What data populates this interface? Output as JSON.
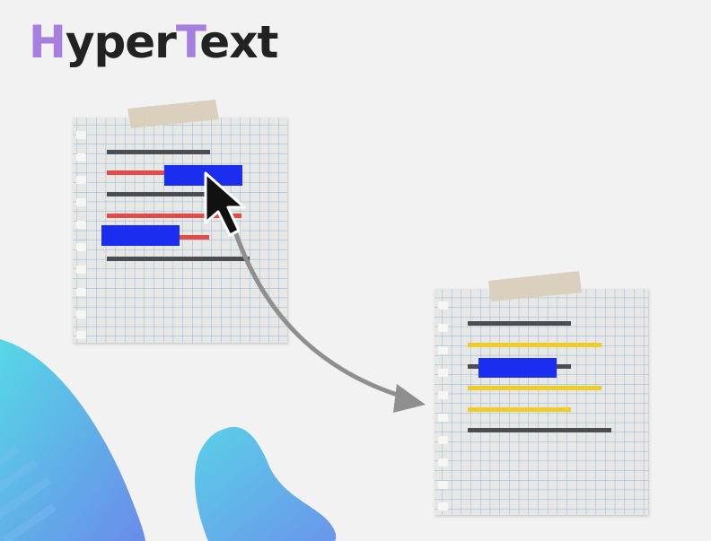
{
  "title": {
    "parts": [
      {
        "text": "H",
        "accent": true
      },
      {
        "text": "yper",
        "accent": false
      },
      {
        "text": "T",
        "accent": true
      },
      {
        "text": "ext",
        "accent": false
      }
    ]
  },
  "colors": {
    "background": "#f2f2f2",
    "title_text": "#222222",
    "title_accent": "#a57ee0",
    "gray_line": "#4a4e52",
    "red_line": "#e34b47",
    "yellow_line": "#efcc27",
    "link_block": "#1b2ef0",
    "arrow": "#8f8f8f",
    "paper": "#e7e8e6",
    "grid": "#89b3d6",
    "tape": "#d9cdb8",
    "blob_light": "#56d8e6",
    "blob_dark": "#6a8bea"
  },
  "icons": [
    "cursor-arrow-icon",
    "tape-icon"
  ]
}
